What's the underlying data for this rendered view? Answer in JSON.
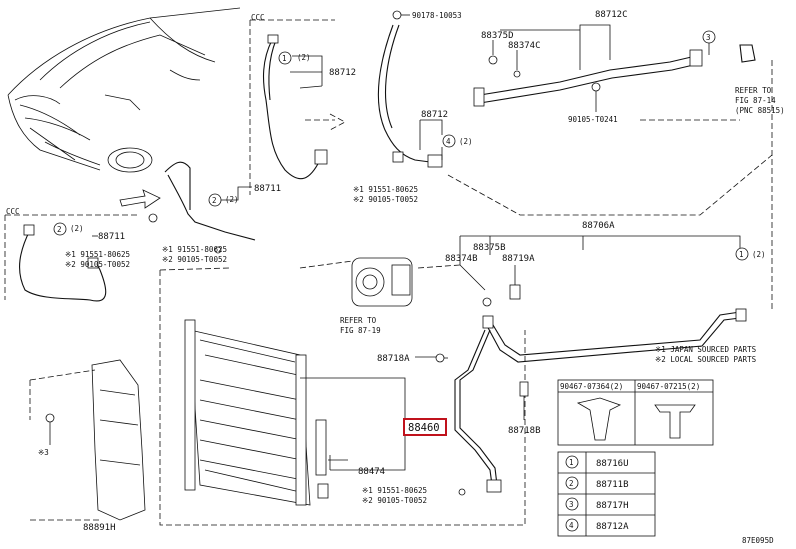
{
  "labels": {
    "ccc_top": "CCC",
    "ccc_left": "CCC",
    "p90178": "90178-10053",
    "p88712C": "88712C",
    "p88375D": "88375D",
    "p88374C": "88374C",
    "circ3_top": "3",
    "refer_87_14_a": "REFER TO",
    "refer_87_14_b": "FIG 87-14",
    "refer_87_14_c": "(PNC 88515)",
    "p90105_0241": "90105-T0241",
    "p88712_a": "88712",
    "p88712_b": "88712",
    "circ1_a": "1",
    "circ1_a_qty": "(2)",
    "circ4_a": "4",
    "circ4_a_qty": "(2)",
    "p88711_a": "88711",
    "circ2_a": "2",
    "circ2_a_qty": "(2)",
    "note_a1": "※1 91551-80625",
    "note_a2": "※2 90105-T0052",
    "circ2_b": "2",
    "circ2_b_qty": "(2)",
    "p88711_b": "88711",
    "note_b1": "※1 91551-80625",
    "note_b2": "※2 90105-T0052",
    "note_c1": "※1 91551-80625",
    "note_c2": "※2 90105-T0052",
    "refer_87_19_a": "REFER TO",
    "refer_87_19_b": "FIG 87-19",
    "p88706A": "88706A",
    "p88375B": "88375B",
    "p88374B": "88374B",
    "p88719A": "88719A",
    "circ1_b": "1",
    "circ1_b_qty": "(2)",
    "p88718A": "88718A",
    "legend1": "※1 JAPAN SOURCED PARTS",
    "legend2": "※2 LOCAL SOURCED PARTS",
    "clip1": "90467-07364(2)",
    "clip2": "90467-07215(2)",
    "p88718B": "88718B",
    "p88460": "88460",
    "p88474": "88474",
    "note_d1": "※1 91551-80625",
    "note_d2": "※2 90105-T0052",
    "p88891H": "88891H",
    "x3": "※3",
    "fig_code": "87E095D"
  },
  "parts_table": [
    {
      "num": "1",
      "part": "88716U"
    },
    {
      "num": "2",
      "part": "88711B"
    },
    {
      "num": "3",
      "part": "88717H"
    },
    {
      "num": "4",
      "part": "88712A"
    }
  ],
  "highlight_color": "#c0121c"
}
